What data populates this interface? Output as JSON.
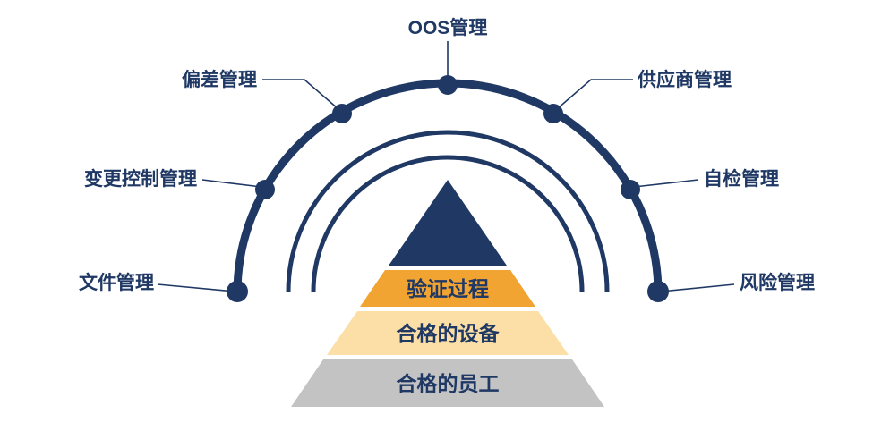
{
  "diagram": {
    "type": "quality-management-system-diagram",
    "arc_labels": {
      "top": "OOS管理",
      "upper_left": "偏差管理",
      "left": "变更控制管理",
      "lower_left": "文件管理",
      "upper_right": "供应商管理",
      "right": "自检管理",
      "lower_right": "风险管理"
    },
    "pyramid_levels": [
      {
        "label": "验证过程",
        "color": "#F2A432"
      },
      {
        "label": "合格的设备",
        "color": "#FBDFA6"
      },
      {
        "label": "合格的员工",
        "color": "#C3C3C3"
      }
    ],
    "colors": {
      "navy": "#1F3864",
      "orange": "#F2A432",
      "light_yellow": "#FBDFA6",
      "gray": "#C3C3C3",
      "background": "#FFFFFF"
    }
  }
}
